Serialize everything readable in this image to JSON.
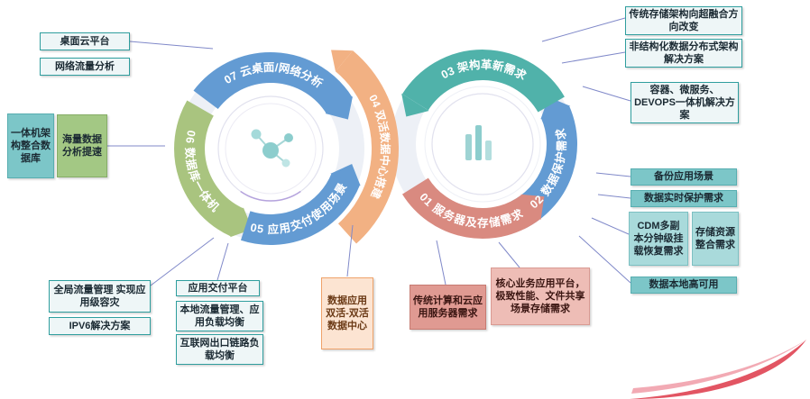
{
  "palette": {
    "blue_arc": "#639bd3",
    "green_arc": "#a9c47f",
    "teal_arc": "#50b2aa",
    "orange_arc": "#f2b183",
    "salmon_arc": "#d98a80",
    "connector_line": "#8089c9",
    "swoosh_red": "#e25563",
    "swoosh_pink": "#f2aab4"
  },
  "icons": {
    "left_center": "molecule-network-icon",
    "right_center": "bar-chart-icon"
  },
  "left_ring": {
    "arc_07": "07 云桌面/网络分析",
    "arc_06": "06 数据库一体机",
    "arc_05": "05 应用交付使用场景",
    "arc_04": "04 双活数据中心搭建"
  },
  "right_ring": {
    "arc_03": "03 架构革新需求",
    "arc_02": "02 数据保护需求",
    "arc_01": "01 服务器及存储需求"
  },
  "boxes": {
    "desktop_cloud": "桌面云平台",
    "network_traffic": "网络流量分析",
    "allinone_db": "一体机架构整合数据库",
    "massive_data": "海量数据分析提速",
    "global_traffic": "全局流量管理 实现应用级容灾",
    "ipv6": "IPV6解决方案",
    "app_delivery": "应用交付平台",
    "local_lb": "本地流量管理、应用负载均衡",
    "internet_lb": "互联网出口链路负载均衡",
    "dual_active": "数据应用双活-双活数据中心",
    "traditional_compute": "传统计算和云应用服务器需求",
    "core_business": "核心业务应用平台，极致性能、文件共享场景存储需求",
    "hyper_converged": "传统存储架构向超融合方向改变",
    "unstructured": "非结构化数据分布式架构解决方案",
    "container_devops": "容器、微服务、DEVOPS一体机解决方案",
    "backup_scene": "备份应用场景",
    "realtime_protect": "数据实时保护需求",
    "cdm": "CDM多副本分钟级挂载恢复需求",
    "storage_integration": "存储资源整合需求",
    "local_ha": "数据本地高可用"
  }
}
